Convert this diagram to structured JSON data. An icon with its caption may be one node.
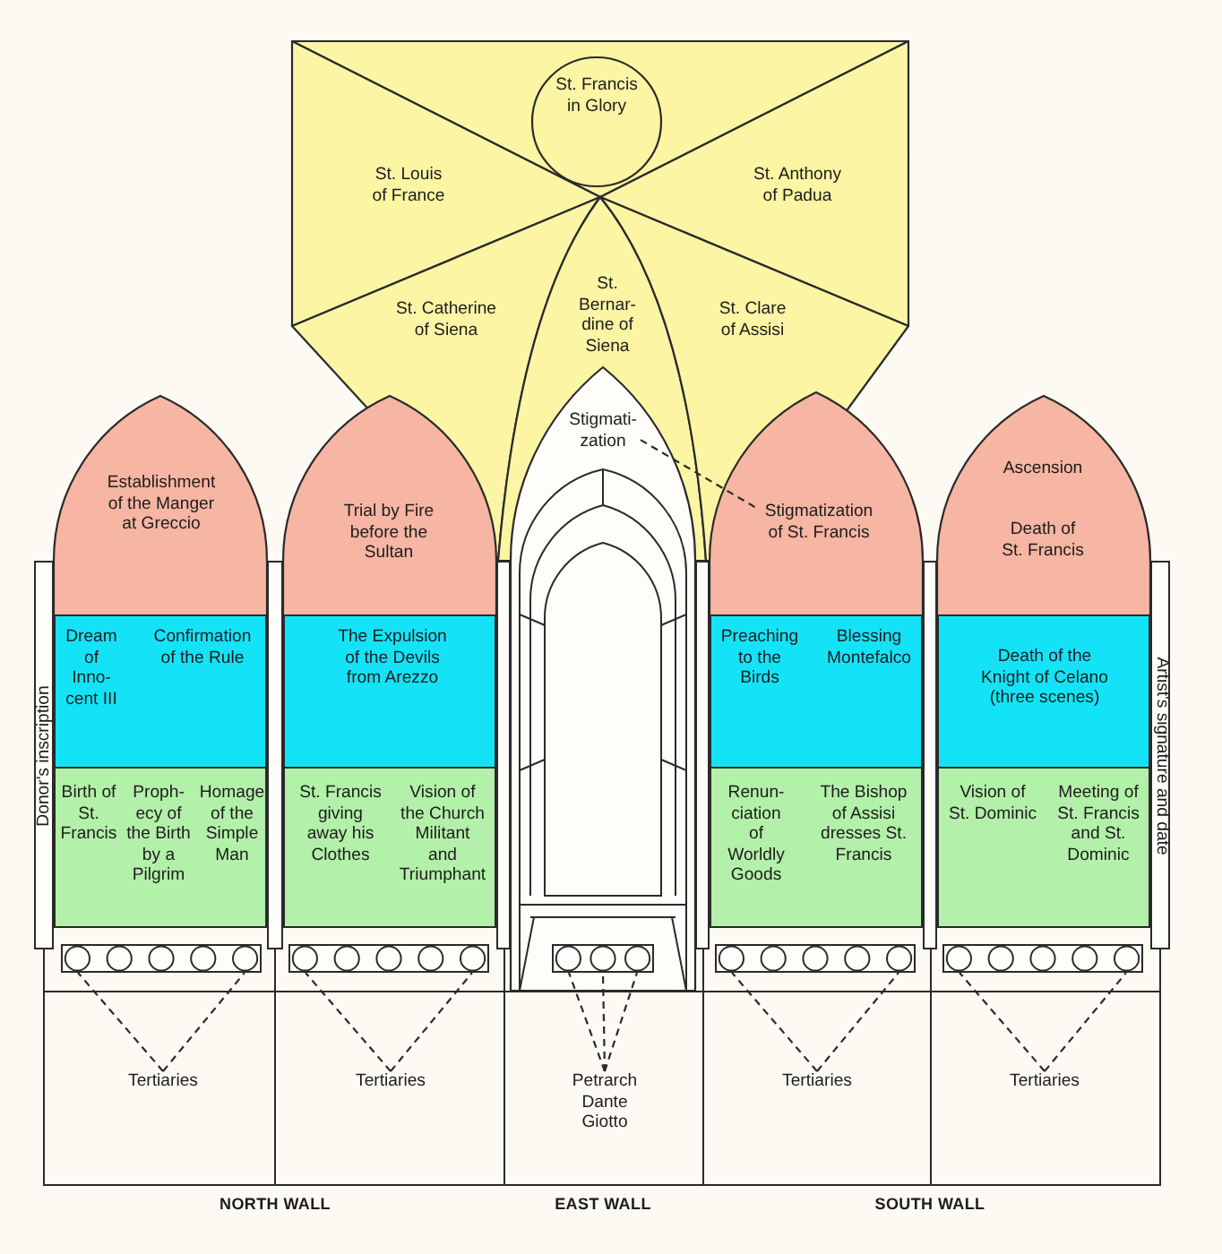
{
  "diagram": {
    "nodes": [
      {
        "text": [
          "St. Francis in Glory"
        ]
      },
      {
        "text": [
          "St. Louis of France"
        ]
      },
      {
        "text": [
          "St. Anthony of Padua"
        ]
      },
      {
        "text": [
          "St. Catherine of Siena"
        ]
      },
      {
        "text": [
          "St. Bernar- dine of Siena"
        ]
      },
      {
        "text": [
          "St. Clare of Assisi"
        ]
      },
      {
        "text": [
          "Establishment of the Manger at Greccio"
        ]
      },
      {
        "text": [
          "Trial by Fire before the Sultan"
        ]
      },
      {
        "text": [],
        "shape": "arch"
      },
      {
        "text": [
          "Stigmati- zation"
        ]
      },
      {
        "text": [],
        "shape": "arch"
      },
      {
        "text": [
          "Stigmatization of St. Francis"
        ]
      },
      {
        "text": [
          "Ascension",
          "Death of St. Francis"
        ]
      },
      {
        "text": [
          "Donor's inscription"
        ]
      },
      {
        "text": [],
        "shape": "bar"
      },
      {
        "text": [],
        "shape": "bar"
      },
      {
        "text": [],
        "shape": "bar"
      },
      {
        "text": [],
        "shape": "bar"
      },
      {
        "text": [
          "Artist's signature and date"
        ]
      },
      {
        "text": [
          "Dream of Inno- cent III",
          "Confirmation of the Rule"
        ]
      },
      {
        "text": [
          "The Expulsion of the Devils from Arezzo"
        ]
      },
      {
        "text": [
          "Preaching to the Birds",
          "Blessing Montefalco"
        ]
      },
      {
        "text": [
          "Death of the Knight of Celano (three scenes)"
        ]
      },
      {
        "text": [
          "Birth of St. Francis",
          "Proph- ecy of the Birth by a Pilgrim",
          "Homage of the Simple Man"
        ]
      },
      {
        "text": [
          "St. Francis giving away his Clothes",
          "Vision of the Church Militant and Triumphant"
        ]
      },
      {
        "text": [
          "Renun- ciation of Worldly Goods",
          "The Bishop of Assisi dresses St. Francis"
        ]
      },
      {
        "text": [
          "Vision of St. Dominic",
          "Meeting of St. Francis and St. Dominic"
        ]
      },
      {
        "text": [],
        "shape": "box"
      },
      {
        "text": [],
        "shape": "box"
      },
      {
        "text": [],
        "shape": "box",
        "in": 8
      },
      {
        "text": [],
        "shape": "box"
      },
      {
        "text": [],
        "shape": "box"
      },
      {
        "text": [],
        "shape": "box"
      },
      {
        "text": [
          "Tertiaries"
        ],
        "in": 32
      },
      {
        "text": [],
        "shape": "box"
      },
      {
        "text": [
          "Tertiaries"
        ],
        "in": 34
      },
      {
        "text": [],
        "shape": "box"
      },
      {
        "text": [
          "Petrarch Dante Giotto"
        ],
        "in": 36
      },
      {
        "text": [],
        "shape": "box"
      },
      {
        "text": [
          "Tertiaries"
        ],
        "in": 38
      },
      {
        "text": [],
        "shape": "box"
      },
      {
        "text": [
          "Tertiaries"
        ],
        "in": 40
      }
    ],
    "edges": [
      {
        "from": 9,
        "to": 11,
        "arrow": "none",
        "style": "dashed"
      },
      {
        "from": 33,
        "to": 27,
        "arrow": "none",
        "style": "dashed"
      },
      {
        "from": 33,
        "to": 27,
        "arrow": "none",
        "style": "dashed"
      },
      {
        "from": 35,
        "to": 28,
        "arrow": "none",
        "style": "dashed"
      },
      {
        "from": 35,
        "to": 28,
        "arrow": "none",
        "style": "dashed"
      },
      {
        "from": 37,
        "to": 29,
        "arrow": "none",
        "style": "dashed"
      },
      {
        "from": 37,
        "to": 29,
        "arrow": "none",
        "style": "dashed"
      },
      {
        "from": 37,
        "to": 29,
        "arrow": "none",
        "style": "dashed"
      },
      {
        "from": 39,
        "to": 30,
        "arrow": "none",
        "style": "dashed"
      },
      {
        "from": 39,
        "to": 30,
        "arrow": "none",
        "style": "dashed"
      },
      {
        "from": 41,
        "to": 31,
        "arrow": "none",
        "style": "dashed"
      },
      {
        "from": 41,
        "to": 31,
        "arrow": "none",
        "style": "dashed"
      }
    ],
    "labels": [
      "NORTH WALL",
      "EAST WALL",
      "SOUTH WALL"
    ]
  }
}
